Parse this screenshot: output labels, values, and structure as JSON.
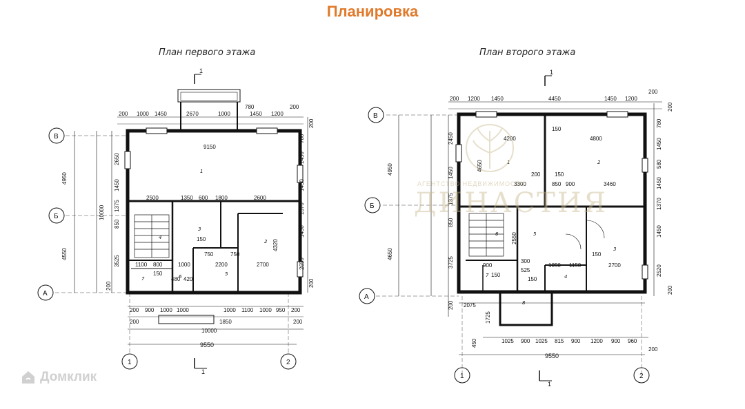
{
  "page_title": "Планировка",
  "plan1": {
    "title": "План первого этажа",
    "axis_rows": [
      "В",
      "Б",
      "А"
    ],
    "axis_cols": [
      "1",
      "2"
    ],
    "section": "1",
    "top_dims": [
      "200",
      "1000",
      "1450",
      "2670",
      "1000",
      "780",
      "1450",
      "1200",
      "200"
    ],
    "interior_dims": [
      "9150",
      "2500",
      "1350",
      "600",
      "1800",
      "2600",
      "1100",
      "800",
      "1000",
      "2200",
      "2700",
      "750",
      "750",
      "150",
      "480",
      "420",
      "150"
    ],
    "left_dims": [
      "4950",
      "4550",
      "10000",
      "2650",
      "1450",
      "1375",
      "850",
      "3525",
      "200"
    ],
    "right_dims": [
      "200",
      "780",
      "1450",
      "1450",
      "1370",
      "1450",
      "4320",
      "2650",
      "200"
    ],
    "bottom_dims": [
      "200",
      "900",
      "1000",
      "1000",
      "1000",
      "1100",
      "1000",
      "950",
      "200",
      "200",
      "1850",
      "200",
      "10000"
    ],
    "total_width": "9550",
    "room_numbers": [
      "1",
      "2",
      "3",
      "4",
      "5",
      "6",
      "7"
    ]
  },
  "plan2": {
    "title": "План второго этажа",
    "axis_rows": [
      "В",
      "Б",
      "А"
    ],
    "axis_cols": [
      "1",
      "2"
    ],
    "section": "1",
    "top_dims": [
      "200",
      "1200",
      "1450",
      "4450",
      "1450",
      "1200",
      "200"
    ],
    "interior_dims": [
      "4200",
      "4800",
      "150",
      "200",
      "150",
      "3300",
      "850",
      "900",
      "3460",
      "2550",
      "1050",
      "1150",
      "2700",
      "900",
      "300",
      "525",
      "150",
      "150",
      "2075",
      "150"
    ],
    "left_dims": [
      "4950",
      "4650",
      "2450",
      "1450",
      "1375",
      "850",
      "3725",
      "200",
      "4650"
    ],
    "right_dims": [
      "200",
      "780",
      "1450",
      "580",
      "1450",
      "1370",
      "1450",
      "2520",
      "200"
    ],
    "bottom_dims": [
      "1025",
      "900",
      "1025",
      "815",
      "900",
      "1200",
      "900",
      "960",
      "200",
      "1725",
      "450"
    ],
    "total_width": "9550",
    "room_numbers": [
      "1",
      "2",
      "3",
      "4",
      "5",
      "6",
      "7",
      "8"
    ]
  },
  "watermark": {
    "line1": "АГЕНТСТВО НЕДВИЖИМОСТИ",
    "line2": "ДИНАСТИЯ"
  },
  "brand": {
    "name": "Домклик",
    "colors": {
      "title": "#e07a2a",
      "watermark": "#c9b98f"
    }
  }
}
